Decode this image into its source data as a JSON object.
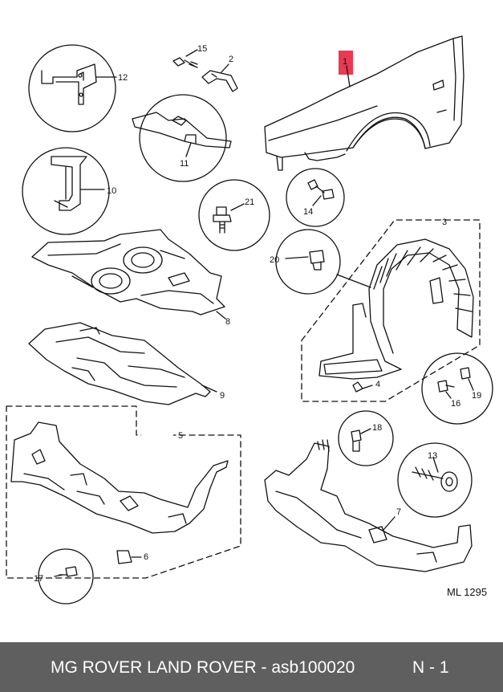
{
  "diagram": {
    "callouts": [
      "1",
      "2",
      "3",
      "4",
      "5",
      "6",
      "7",
      "8",
      "9",
      "10",
      "11",
      "12",
      "13",
      "14",
      "15",
      "16",
      "17",
      "18",
      "19",
      "20",
      "21"
    ],
    "reference": "ML 1295",
    "highlight_color": "#e83a50"
  },
  "footer": {
    "title": "MG ROVER LAND ROVER - asb100020",
    "page": "N - 1",
    "background": "#5f5f5f"
  }
}
